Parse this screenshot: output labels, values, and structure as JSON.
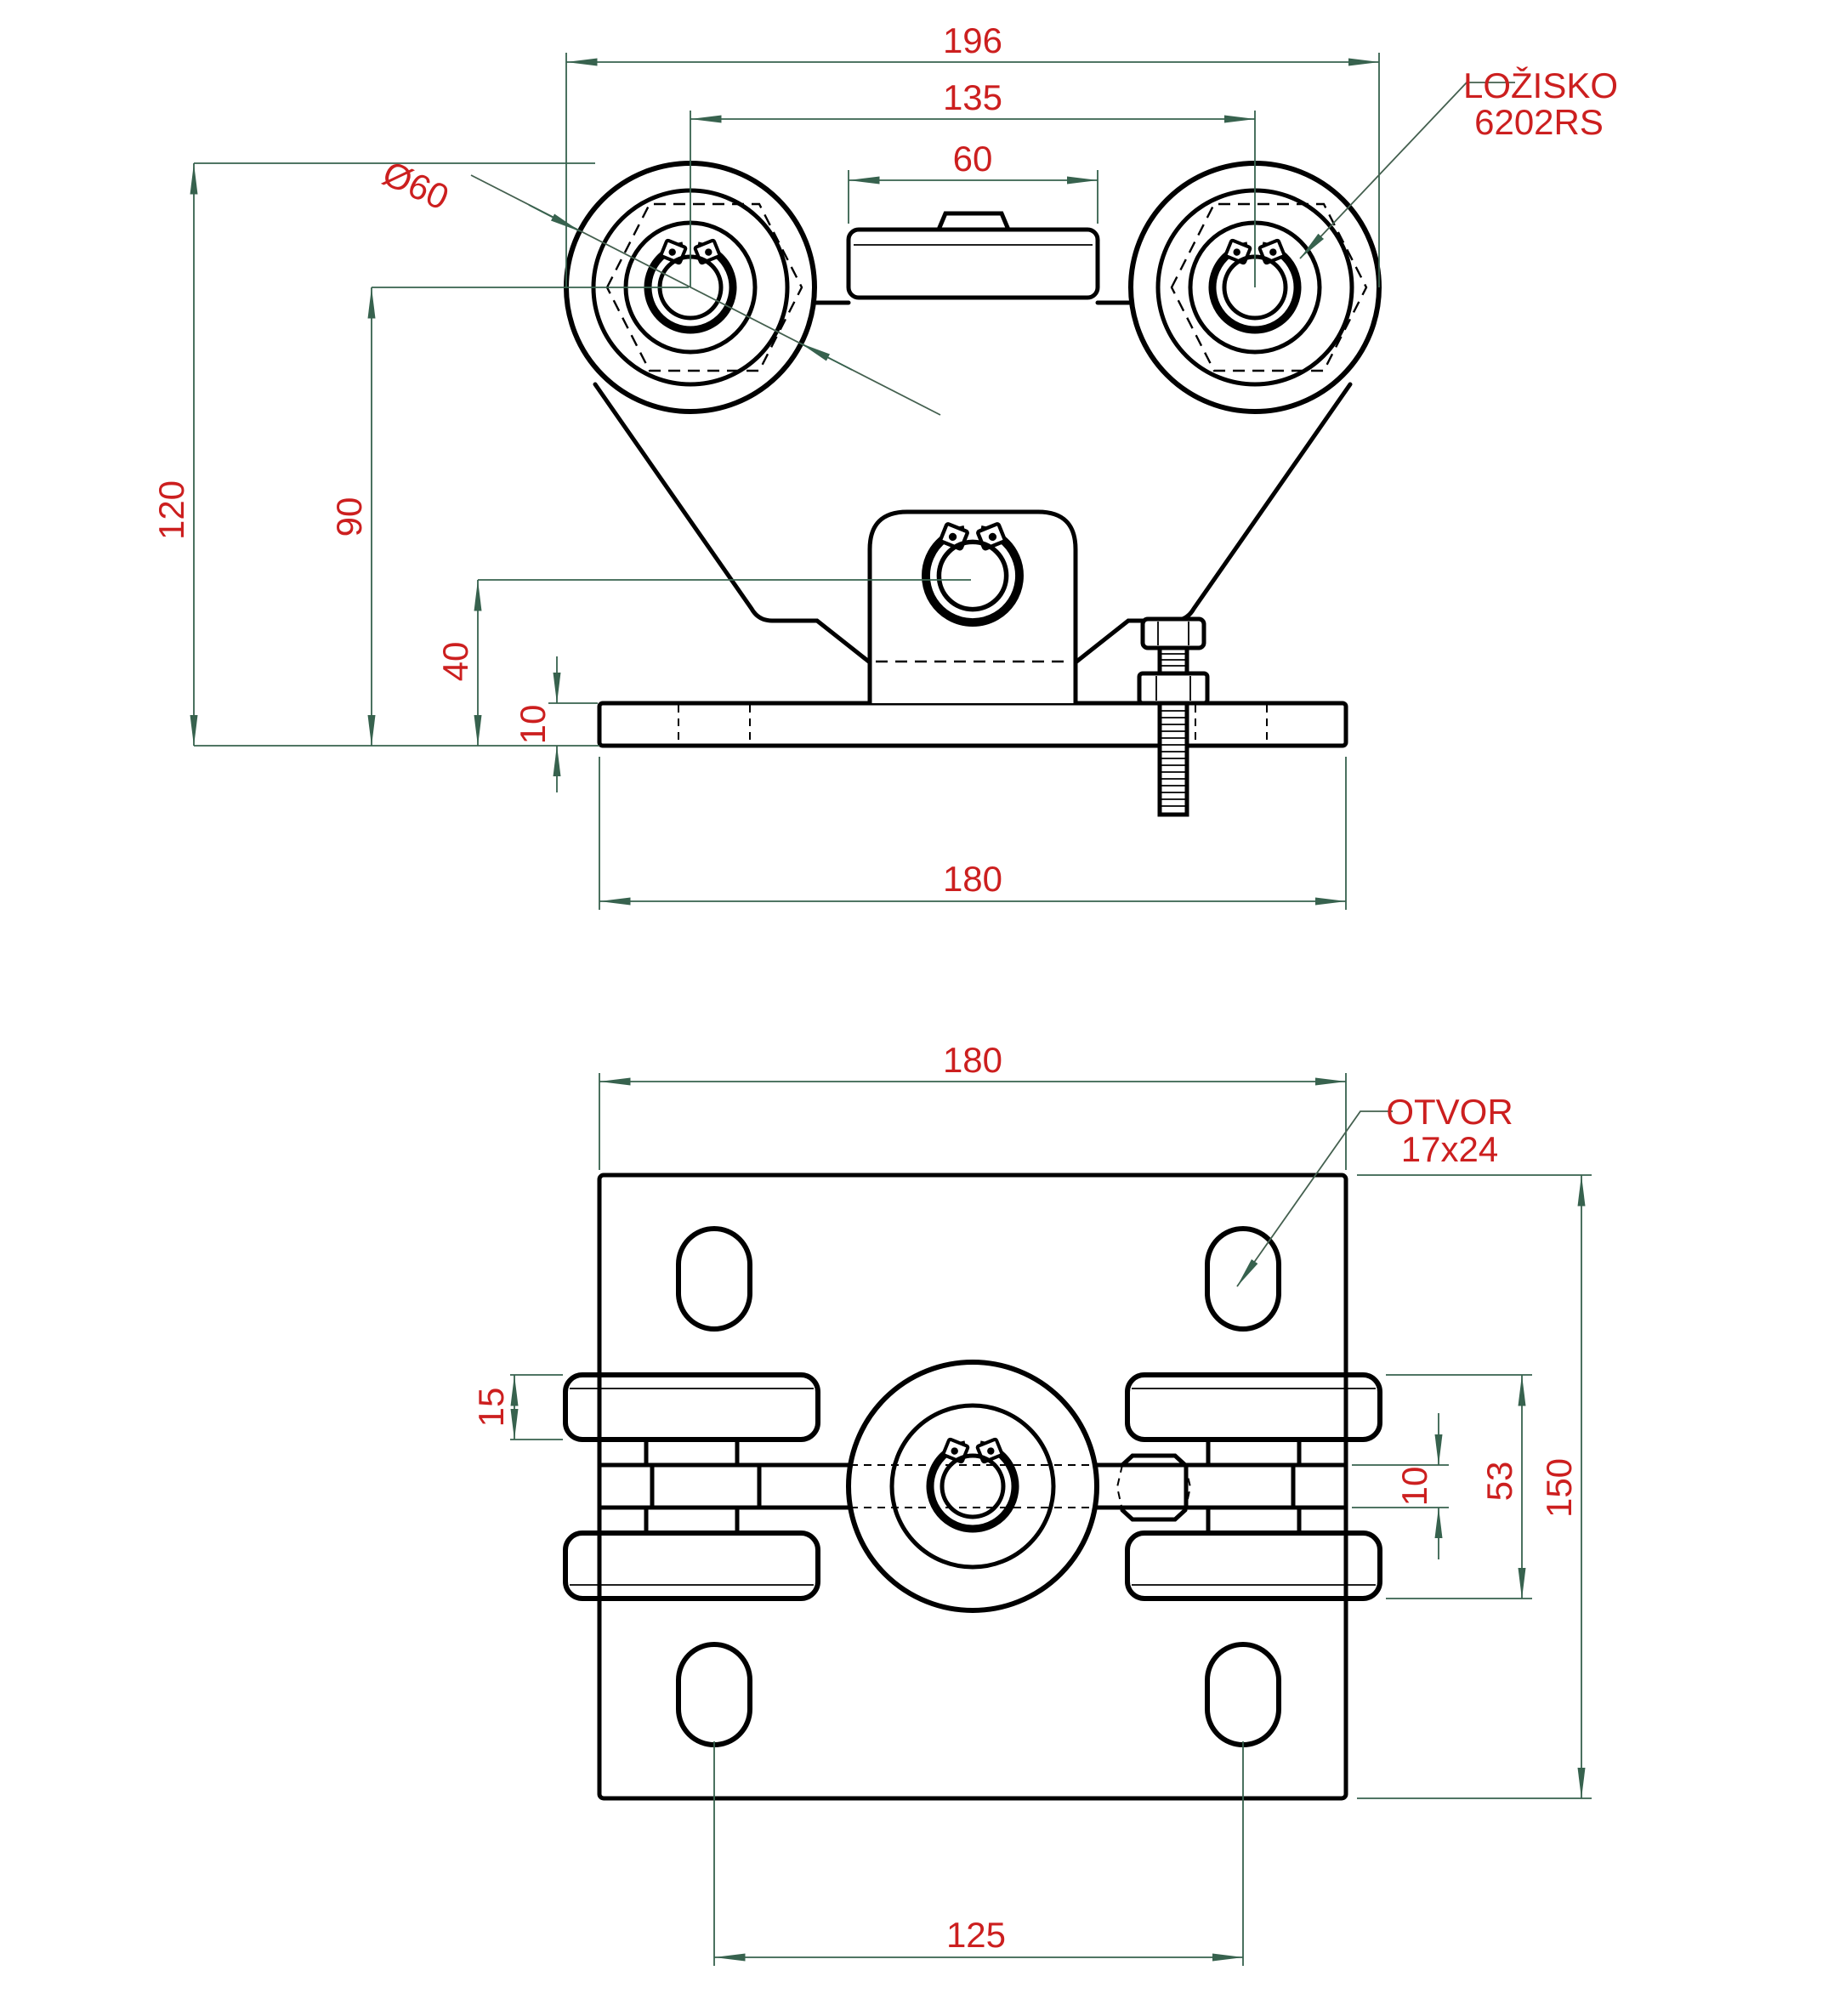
{
  "front": {
    "dim_overall_width": "196",
    "dim_wheel_spacing": "135",
    "dim_cap_width": "60",
    "dim_wheel_diameter": "Ø60",
    "dim_height_overall": "120",
    "dim_height_wheel_bottom": "90",
    "dim_height_hub_center": "40",
    "dim_plate_thickness": "10",
    "dim_plate_width": "180",
    "bearing_label_line1": "LOŽISKO",
    "bearing_label_line2": "6202RS"
  },
  "plan": {
    "dim_plate_width": "180",
    "dim_plate_depth": "150",
    "dim_wheel_width": "53",
    "dim_axle_width": "10",
    "dim_flange_width": "15",
    "dim_slot_spacing": "125",
    "hole_label_line1": "OTVOR",
    "hole_label_line2": "17x24"
  },
  "colors": {
    "dimension_text": "#cc1f1f",
    "dimension_line": "#37624e",
    "drawing_line": "#000000",
    "background": "#ffffff"
  }
}
